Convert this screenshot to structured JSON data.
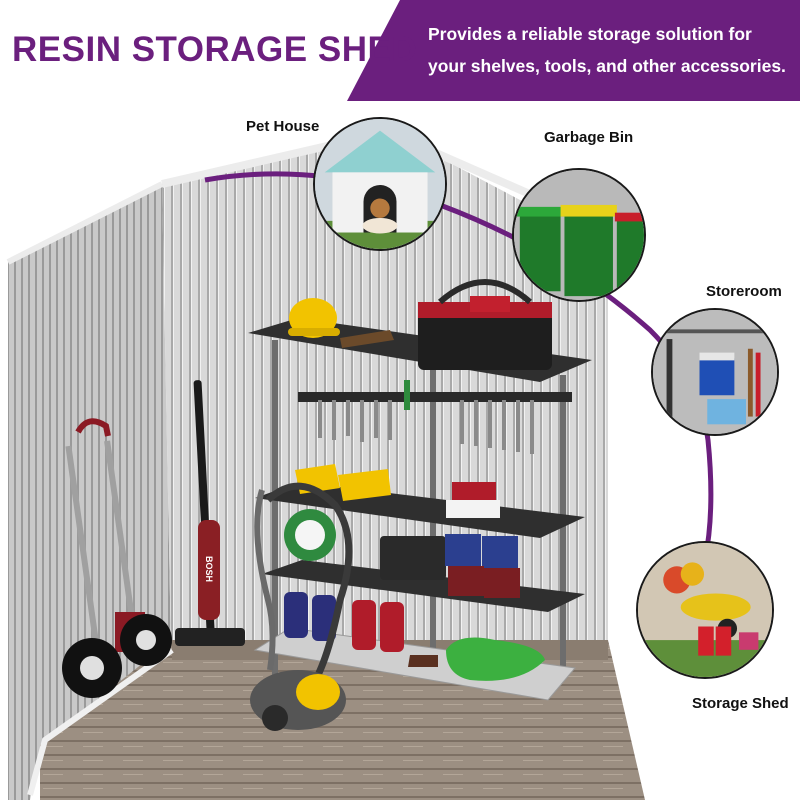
{
  "header": {
    "title": "RESIN STORAGE SHED",
    "tagline_line1": "Provides a reliable storage solution for",
    "tagline_line2": "your shelves, tools, and other accessories.",
    "accent_color": "#6b1f7e"
  },
  "callouts": [
    {
      "label": "Pet House",
      "icon": "pet-house-icon"
    },
    {
      "label": "Garbage Bin",
      "icon": "garbage-bin-icon"
    },
    {
      "label": "Storeroom",
      "icon": "storeroom-icon"
    },
    {
      "label": "Storage Shed",
      "icon": "garden-shed-icon"
    }
  ],
  "product_markings": {
    "vacuum_brand": "BOSH"
  }
}
